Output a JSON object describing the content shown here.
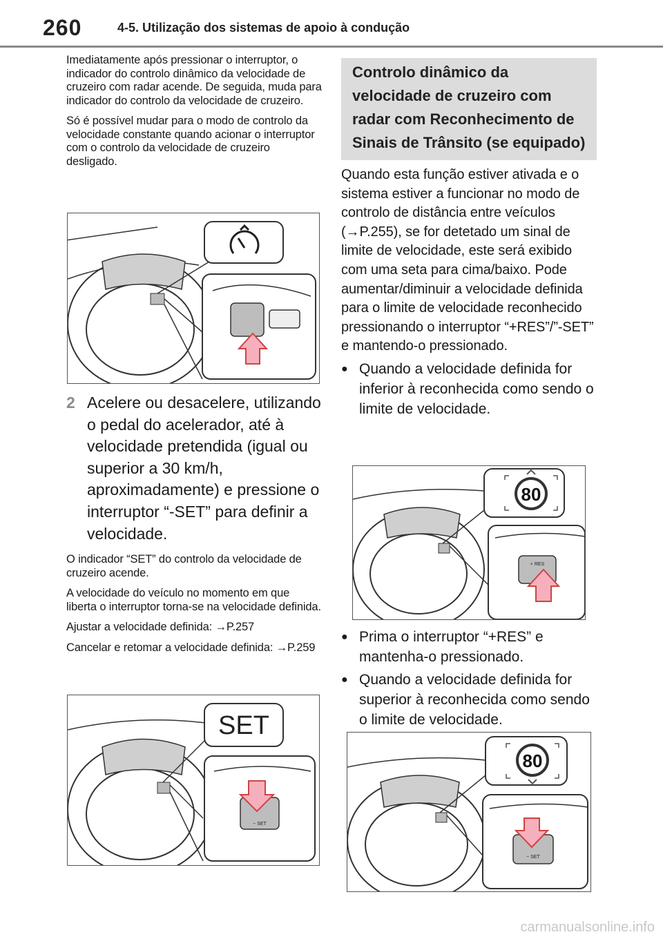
{
  "header": {
    "page_number": "260",
    "section_title": "4-5. Utilização dos sistemas de apoio à condução"
  },
  "left": {
    "p1": "Imediatamente após pressionar o interruptor, o indicador do controlo dinâmico da velocidade de cruzeiro com radar acende. De seguida, muda para indicador do controlo da velocidade de cruzeiro.",
    "p2": "Só é possível mudar para o modo de controlo da velocidade constante quando acionar o interruptor com o controlo da velocidade de cruzeiro desligado.",
    "step_number": "2",
    "step_text": "Acelere ou desacelere, utilizando o pedal do acelerador, até à velocidade pretendida (igual ou superior a 30 km/h, aproximadamente) e pressione o interruptor “-SET” para definir a velocidade.",
    "p3": "O indicador “SET” do controlo da velocidade de cruzeiro acende.",
    "p4": "A velocidade do veículo no momento em que liberta o interruptor torna-se na velocidade definida.",
    "p5": "Ajustar a velocidade definida: →P.257",
    "p6": "Cancelar e retomar a velocidade definida: →P.259"
  },
  "right": {
    "title": "Controlo dinâmico da velocidade de cruzeiro com radar com Reconhecimento de Sinais de Trânsito (se equipado)",
    "intro": "Quando esta função estiver ativada e o sistema estiver a funcionar no modo de controlo de distância entre veículos (→P.255), se for detetado um sinal de limite de velocidade, este será exibido com uma seta para cima/baixo. Pode aumentar/diminuir a velocidade definida para o limite de velocidade reconhecido pressionando o interruptor “+RES”/”-SET” e mantendo-o pressionado.",
    "bullet1": "Quando a velocidade definida for inferior à reconhecida como sendo o limite de velocidade.",
    "bullet2": "Prima o interruptor “+RES” e mantenha-o pressionado.",
    "bullet3": "Quando a velocidade definida for superior à reconhecida como sendo o limite de velocidade."
  },
  "figures": {
    "fig2_label": "SET",
    "fig3_speed": "80",
    "fig4_speed": "80",
    "res_label": "+ RES",
    "set_label": "− SET"
  },
  "bullet_symbol": "●",
  "watermark": "carmanualsonline.info"
}
